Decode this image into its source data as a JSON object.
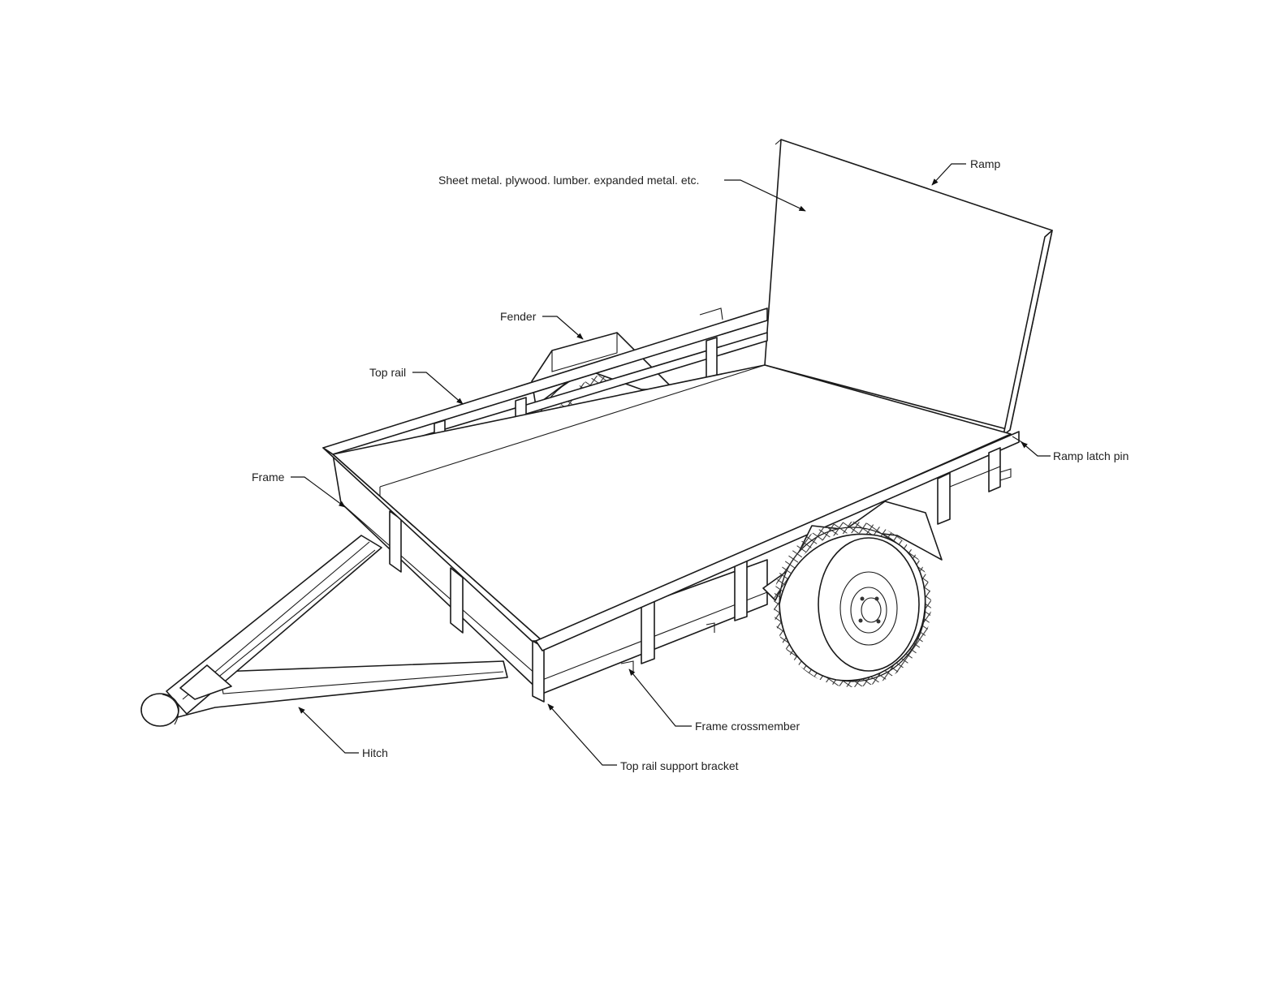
{
  "labels": {
    "ramp": "Ramp",
    "sheet": "Sheet metal. plywood. lumber. expanded metal. etc.",
    "fender": "Fender",
    "top_rail": "Top rail",
    "frame": "Frame",
    "ramp_latch_pin": "Ramp latch pin",
    "frame_crossmember": "Frame crossmember",
    "hitch": "Hitch",
    "top_rail_support_bracket": "Top rail support bracket"
  }
}
